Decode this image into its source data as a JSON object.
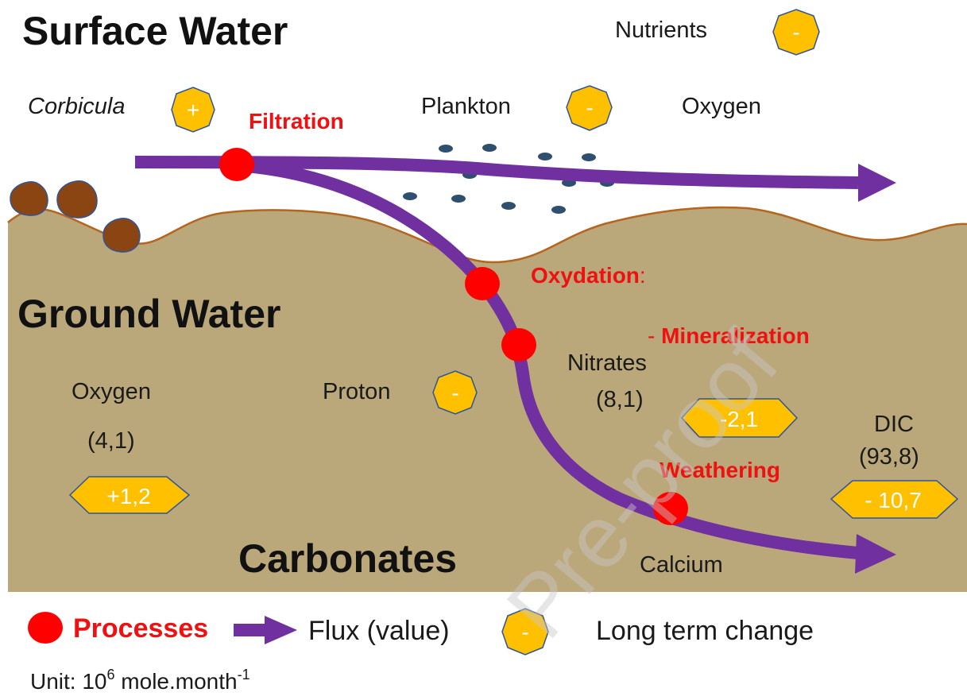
{
  "titles": {
    "surface": "Surface Water",
    "ground": "Ground Water",
    "carbonates": "Carbonates"
  },
  "surface_labels": {
    "corbicula": "Corbicula",
    "plankton": "Plankton",
    "oxygen": "Oxygen",
    "nutrients": "Nutrients"
  },
  "badges": {
    "corbicula": "+",
    "plankton": "-",
    "nutrients": "-",
    "proton": "-",
    "oxygen_gw": "+1,2",
    "nitrates": "-2,1",
    "dic": "- 10,7",
    "legend": "-"
  },
  "processes": {
    "filtration": "Filtration",
    "oxydation": "Oxydation",
    "oxydation_colon": ":",
    "mineralization_dash": "- ",
    "mineralization": "Mineralization",
    "weathering": "Weathering"
  },
  "ground_labels": {
    "oxygen": "Oxygen",
    "oxygen_value": "(4,1)",
    "proton": "Proton",
    "nitrates": "Nitrates",
    "nitrates_value": "(8,1)",
    "dic": "DIC",
    "dic_value": "(93,8)",
    "calcium": "Calcium"
  },
  "legend": {
    "processes": "Processes",
    "flux": "Flux (value)",
    "long_term": "Long term change"
  },
  "unit": {
    "prefix": "Unit: 10",
    "exp1": "6",
    "middle": " mole.month",
    "exp2": "-1"
  },
  "watermark": "Pre-proof",
  "colors": {
    "ground": "#BBA87A",
    "ground_edge": "#B5651D",
    "flux": "#7030A0",
    "process": "#FF0000",
    "badge_fill": "#FFC000",
    "badge_edge": "#2F5597",
    "plankton": "#2F4F6F",
    "corbicula": "#8B4513",
    "process_text": "#EE1111"
  }
}
